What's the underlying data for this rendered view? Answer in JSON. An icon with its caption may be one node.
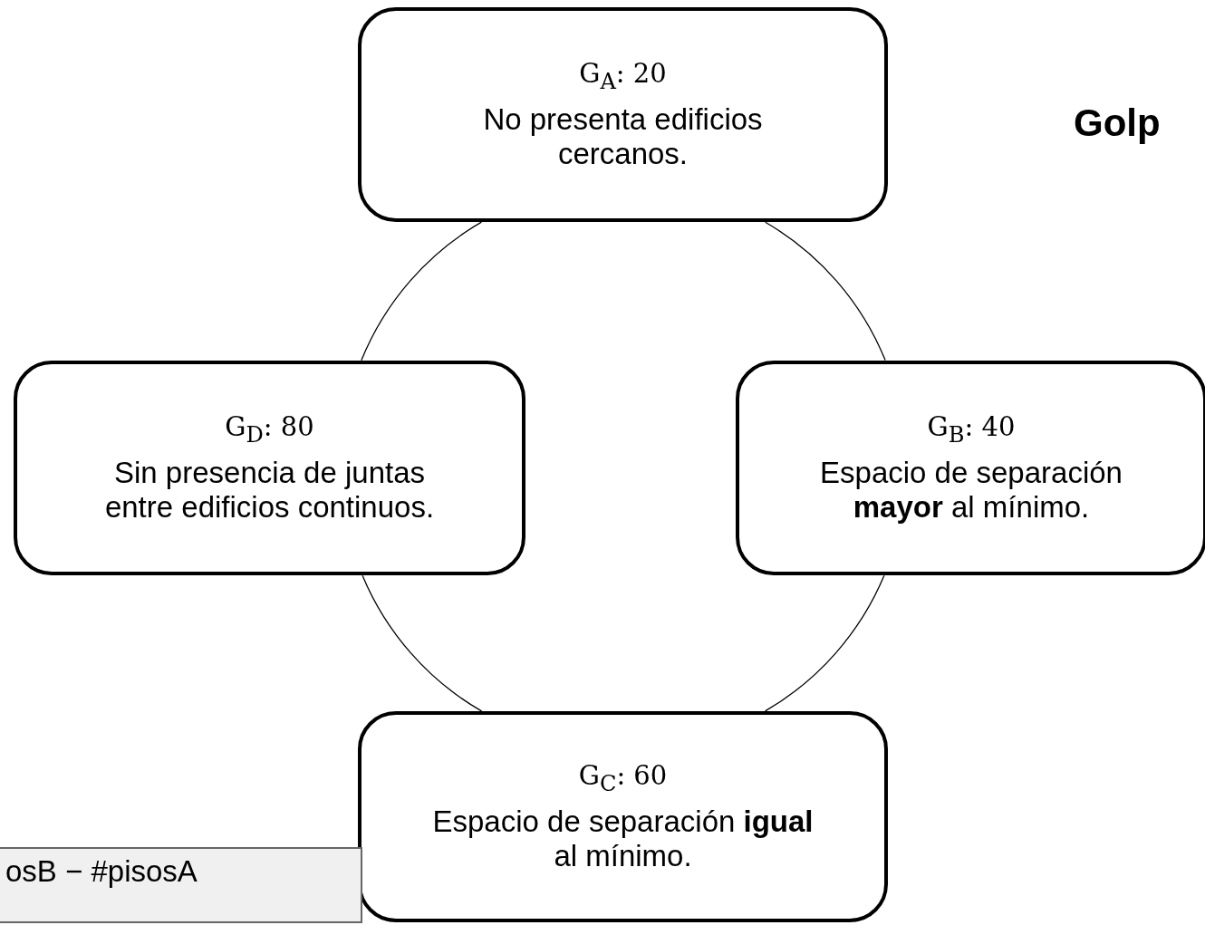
{
  "diagram": {
    "nodes": [
      {
        "text": [
          "G$_{A}$: 20",
          "No presenta edificios cercanos."
        ]
      },
      {
        "text": [
          "G$_{B}$: 40",
          "Espacio de separación **mayor** al mínimo."
        ]
      },
      {
        "text": [
          "G$_{C}$: 60",
          "Espacio de separación **igual** al mínimo."
        ]
      },
      {
        "text": [
          "G$_{D}$: 80",
          "Sin presencia de juntas entre edificios continuos."
        ]
      },
      {
        "text": [
          "osB − #pisosA"
        ]
      }
    ],
    "edges": [
      {
        "from": 0,
        "to": 1,
        "arrow": "none"
      },
      {
        "from": 1,
        "to": 2,
        "arrow": "none"
      },
      {
        "from": 2,
        "to": 3,
        "arrow": "none"
      },
      {
        "from": 3,
        "to": 0,
        "arrow": "none"
      }
    ],
    "labels": [
      "Golp"
    ]
  }
}
